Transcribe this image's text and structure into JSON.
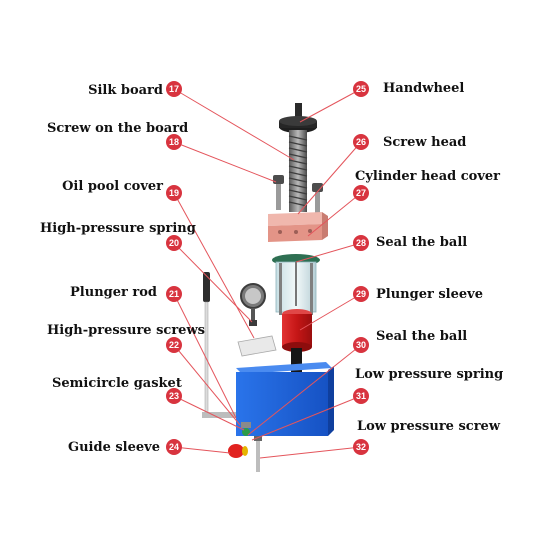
{
  "labels": [
    {
      "num": "17",
      "text": "Silk board"
    },
    {
      "num": "18",
      "text": "Screw on the board"
    },
    {
      "num": "19",
      "text": "Oil pool cover"
    },
    {
      "num": "20",
      "text": "High-pressure spring"
    },
    {
      "num": "21",
      "text": "Plunger rod"
    },
    {
      "num": "22",
      "text": "High-pressure screws"
    },
    {
      "num": "23",
      "text": "Semicircle gasket"
    },
    {
      "num": "24",
      "text": "Guide sleeve"
    },
    {
      "num": "25",
      "text": "Handwheel"
    },
    {
      "num": "26",
      "text": "Screw head"
    },
    {
      "num": "27",
      "text": "Cylinder head cover"
    },
    {
      "num": "28",
      "text": "Seal the ball"
    },
    {
      "num": "29",
      "text": "Plunger sleeve"
    },
    {
      "num": "30",
      "text": "Seal the ball"
    },
    {
      "num": "31",
      "text": "Low pressure spring"
    },
    {
      "num": "32",
      "text": "Low pressure screw"
    }
  ],
  "colors": {
    "badge": "#d8343f",
    "leader": "#e4555c",
    "tank": "#1d63d9",
    "cylinder": "#cc1f1f",
    "cover": "#e89a92"
  }
}
